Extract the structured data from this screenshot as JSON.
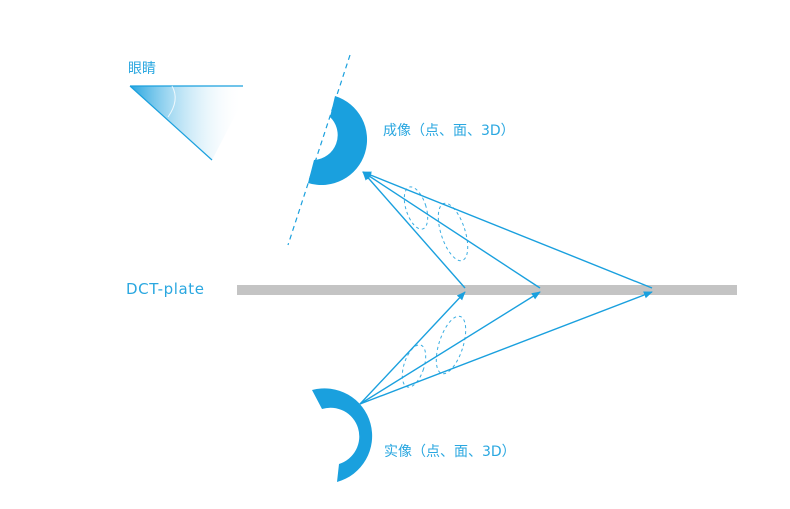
{
  "labels": {
    "eye": "眼睛",
    "formed_image": "成像（点、面、3D）",
    "plate": "DCT-plate",
    "real_object": "实像（点、面、3D）"
  },
  "colors": {
    "accent": "#1aa0de",
    "plate": "#c4c4c4",
    "dashed": "#1aa0de"
  },
  "icons": {
    "eye_cone": "eye-cone-icon",
    "object": "crescent-object-icon",
    "image": "crescent-image-icon"
  }
}
